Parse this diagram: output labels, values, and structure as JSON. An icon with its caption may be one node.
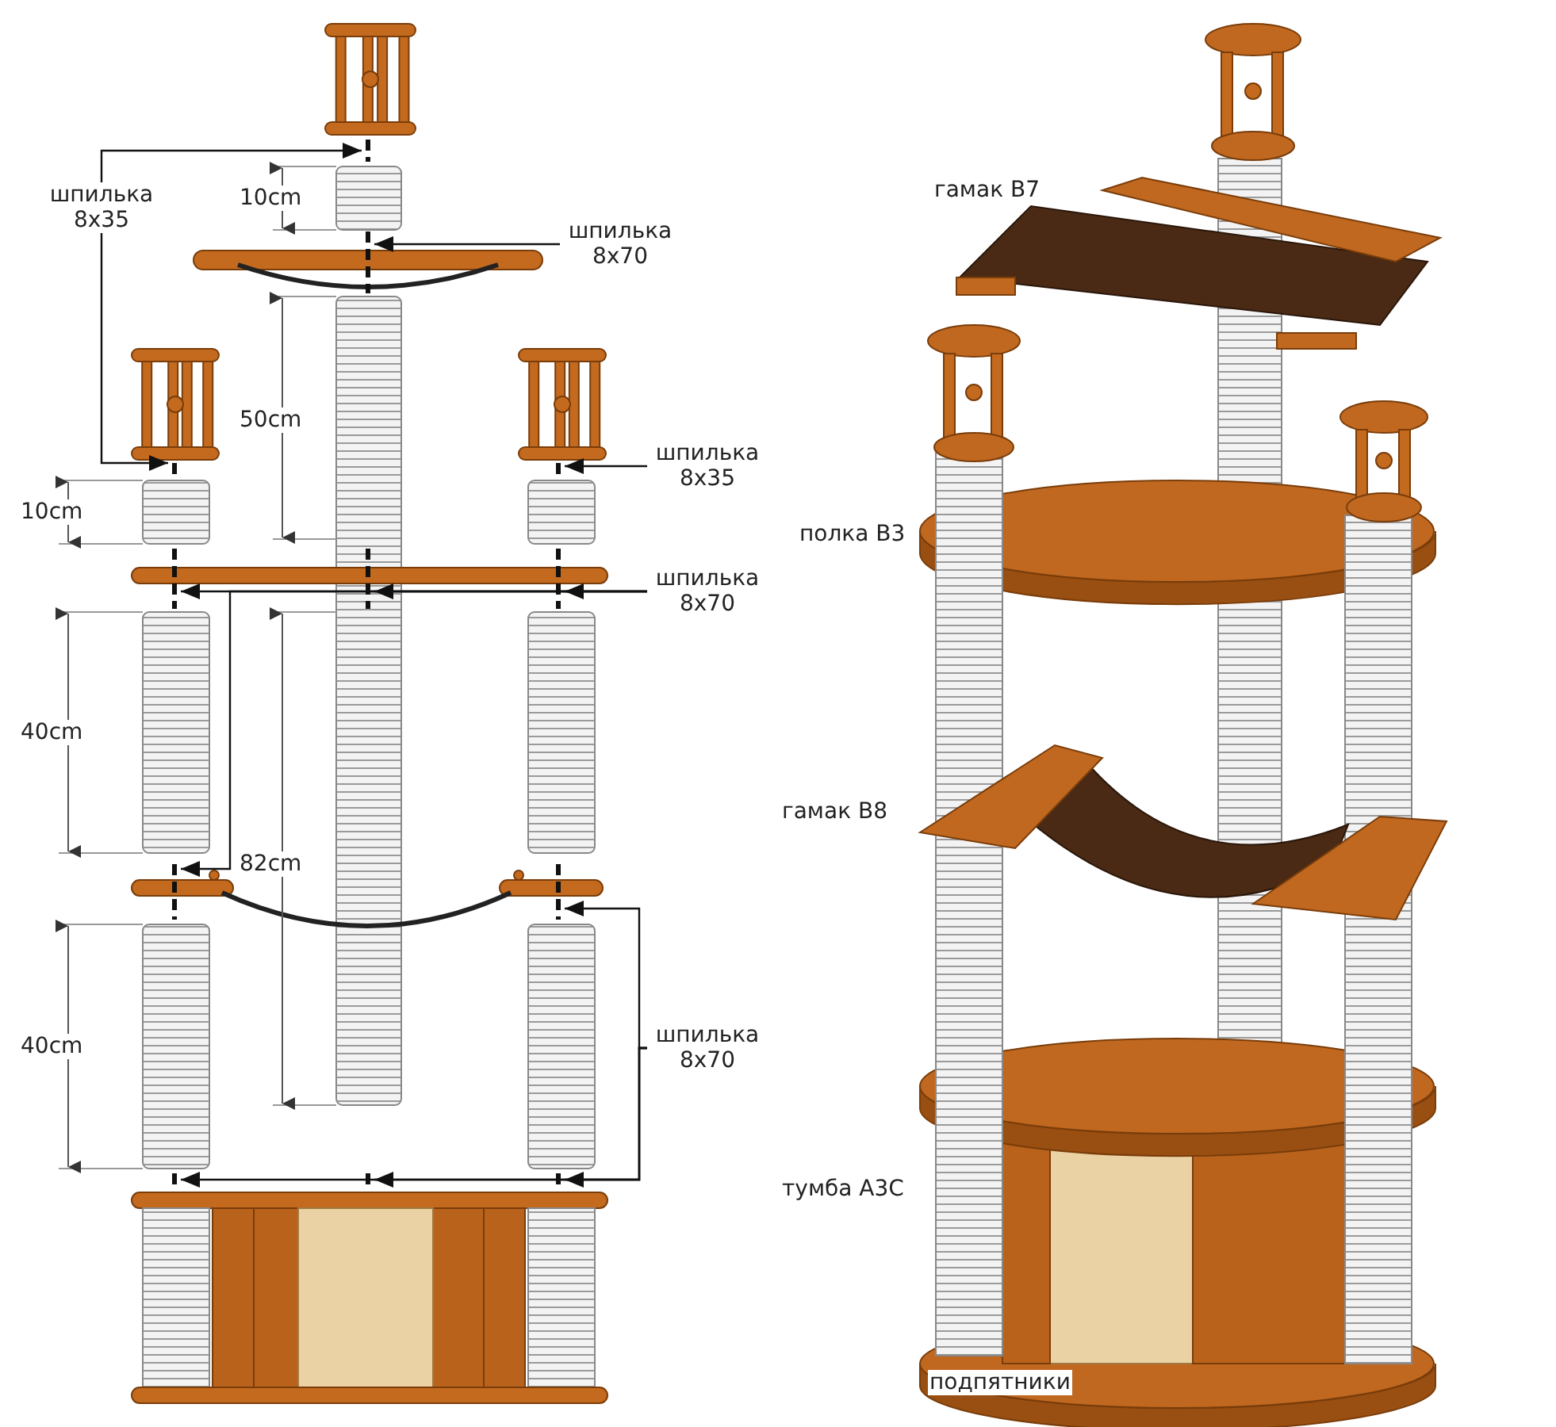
{
  "diagram": {
    "nodes": [
      {
        "text": [
          "шпилька 8x35"
        ]
      },
      {
        "text": [
          "шпилька 8x70"
        ]
      },
      {
        "text": [
          "шпилька 8x35"
        ]
      },
      {
        "text": [
          "шпилька 8x70"
        ]
      },
      {
        "text": [
          "шпилька 8x70"
        ]
      }
    ],
    "edges": [
      {
        "from": 0,
        "to": null,
        "arrow": "to"
      },
      {
        "from": 0,
        "to": null,
        "arrow": "to"
      },
      {
        "from": 1,
        "to": null,
        "arrow": "to"
      },
      {
        "from": 2,
        "to": null,
        "arrow": "to"
      },
      {
        "from": 3,
        "to": null,
        "arrow": "to"
      },
      {
        "from": 3,
        "to": null,
        "arrow": "to"
      },
      {
        "from": 3,
        "to": null,
        "arrow": "to"
      },
      {
        "from": 3,
        "to": null,
        "arrow": "to"
      },
      {
        "from": 4,
        "to": null,
        "arrow": "to"
      },
      {
        "from": 4,
        "to": null,
        "arrow": "to"
      },
      {
        "from": 4,
        "to": null,
        "arrow": "to"
      },
      {
        "from": 4,
        "to": null,
        "arrow": "to"
      }
    ],
    "labels": [
      "10cm",
      "50cm",
      "10cm",
      "40cm",
      "82cm",
      "40cm",
      "гамак В7",
      "полка В3",
      "гамак В8",
      "тумба А3С",
      "подпятники"
    ]
  }
}
